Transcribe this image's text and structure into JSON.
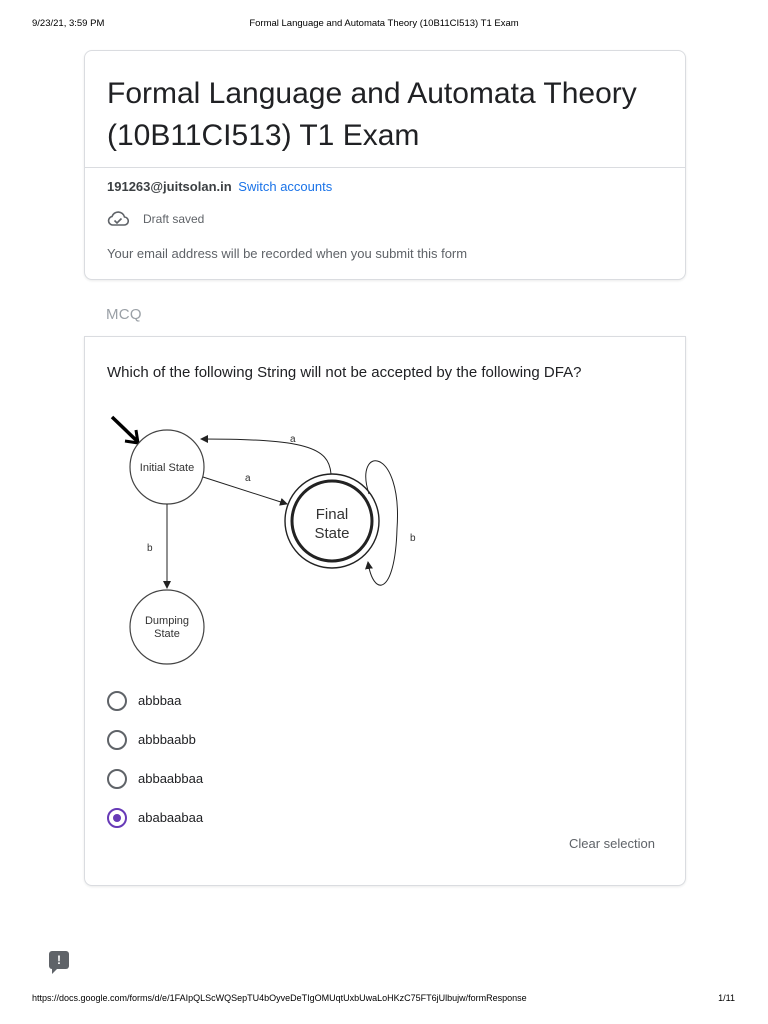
{
  "print_header": {
    "datetime": "9/23/21, 3:59 PM",
    "title": "Formal Language and Automata Theory (10B11CI513) T1 Exam"
  },
  "print_footer": {
    "url": "https://docs.google.com/forms/d/e/1FAIpQLScWQSepTU4bOyveDeTIgOMUqtUxbUwaLoHKzC75FT6jUlbujw/formResponse",
    "page": "1/11"
  },
  "form": {
    "title_line1": "Formal Language and Automata Theory",
    "title_line2": "(10B11CI513) T1 Exam",
    "account_email": "191263@juitsolan.in",
    "switch_accounts": "Switch accounts",
    "draft_status": "Draft saved",
    "email_note": "Your email address will be recorded when you submit this form",
    "icons": {
      "draft": "cloud-done-icon",
      "feedback": "feedback-icon"
    }
  },
  "section": {
    "title": "MCQ"
  },
  "question": {
    "text": "Which of the following String will not be accepted by the following DFA?",
    "diagram": {
      "initial_state": "Initial State",
      "final_state_line1": "Final",
      "final_state_line2": "State",
      "dumping_state_line1": "Dumping",
      "dumping_state_line2": "State",
      "edge_a_forward": "a",
      "edge_a_back": "a",
      "edge_b_down": "b",
      "edge_b_loop": "b"
    },
    "options": [
      {
        "label": "abbbaa",
        "selected": false
      },
      {
        "label": "abbbaabb",
        "selected": false
      },
      {
        "label": "abbaabbaa",
        "selected": false
      },
      {
        "label": "ababaabaa",
        "selected": true
      }
    ],
    "clear_selection": "Clear selection"
  },
  "colors": {
    "accent": "#673ab7",
    "link": "#1a73e8",
    "border": "#dadce0"
  }
}
